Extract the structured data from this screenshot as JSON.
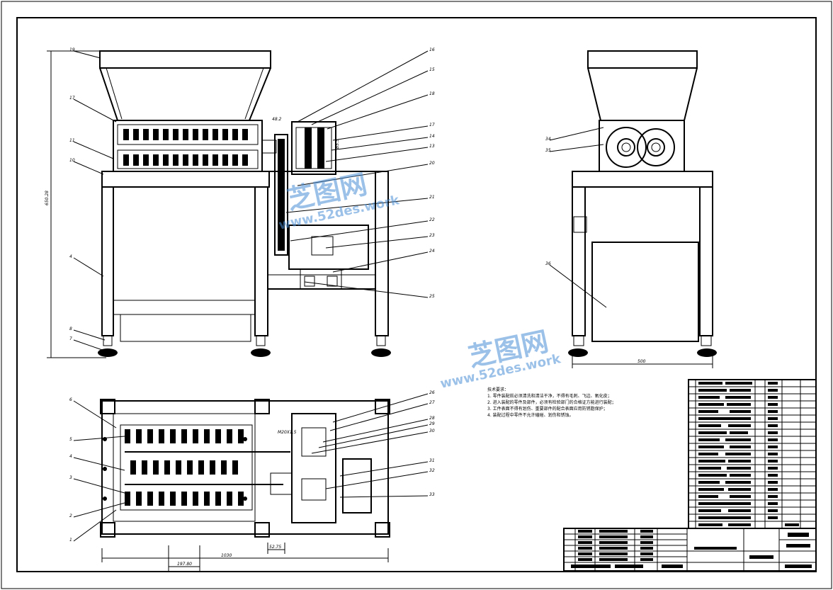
{
  "drawing": {
    "dims": {
      "height": "650.28",
      "width_top": "1030",
      "width_side": "500",
      "gap": "52.75",
      "pitch": "197.80",
      "offset": "48.2",
      "bolt": "M20X1.5",
      "belt": "B5.5"
    },
    "balloons": {
      "front_left": [
        "19",
        "17",
        "11",
        "10",
        "4",
        "8",
        "7"
      ],
      "front_right": [
        "16",
        "15",
        "18",
        "17",
        "14",
        "13",
        "20",
        "21",
        "22",
        "23",
        "24",
        "25"
      ],
      "side": [
        "34",
        "35",
        "36"
      ],
      "plan_left": [
        "6",
        "5",
        "4",
        "3",
        "2",
        "1"
      ],
      "plan_right": [
        "26",
        "27",
        "28",
        "29",
        "30",
        "31",
        "32",
        "33"
      ]
    }
  },
  "notes": {
    "title": "技术要求：",
    "items": [
      "1. 零件装配前必须清洗和清洁干净，不得有毛刺、飞边、氧化皮；",
      "2. 进入装配的零件及部件，必须有检验部门的合格证方能进行装配；",
      "3. 工件表面不得有划伤、重要部件的配合表面应用防锈脂保护；",
      "4. 装配过程中零件不允许磕碰、划伤和锈蚀。"
    ]
  },
  "watermark": {
    "brand": "芝图网",
    "url": "www.52des.work"
  },
  "colors": {
    "line": "#000000",
    "watermark": "#4a8fd6"
  }
}
